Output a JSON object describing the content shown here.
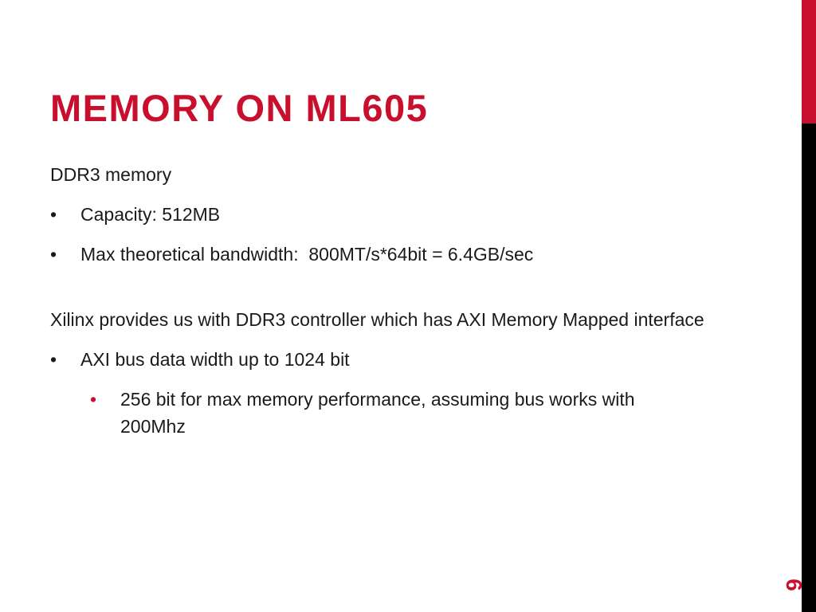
{
  "slide": {
    "title": "MEMORY ON ML605",
    "page_number": "6",
    "bullet_glyph": "•",
    "colors": {
      "accent": "#c8102e",
      "side_bar_bottom": "#000000",
      "text": "#1a1a1a"
    },
    "section1": {
      "heading": "DDR3 memory",
      "bullets": [
        "Capacity: 512MB",
        "Max theoretical bandwidth:  800MT/s*64bit = 6.4GB/sec"
      ]
    },
    "section2": {
      "heading": "Xilinx provides us with DDR3 controller which has AXI Memory Mapped interface",
      "bullets": [
        "AXI bus data width up to 1024 bit"
      ],
      "sub_bullets": [
        "256 bit for max memory performance, assuming bus works with 200Mhz"
      ]
    }
  }
}
